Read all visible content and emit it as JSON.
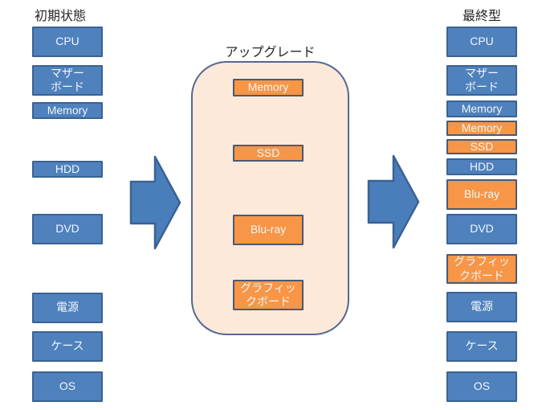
{
  "diagram": {
    "left_column": {
      "title": "初期状態",
      "items": [
        {
          "label": "CPU",
          "style": "blue"
        },
        {
          "label": "マザー\nボード",
          "style": "blue"
        },
        {
          "label": "Memory",
          "style": "blue"
        },
        {
          "label": "HDD",
          "style": "blue"
        },
        {
          "label": "DVD",
          "style": "blue"
        },
        {
          "label": "電源",
          "style": "blue"
        },
        {
          "label": "ケース",
          "style": "blue"
        },
        {
          "label": "OS",
          "style": "blue"
        }
      ]
    },
    "upgrade_panel": {
      "title": "アップグレード",
      "items": [
        {
          "label": "Memory",
          "style": "orange"
        },
        {
          "label": "SSD",
          "style": "orange"
        },
        {
          "label": "Blu-ray",
          "style": "orange"
        },
        {
          "label": "グラフィッ\nクボード",
          "style": "orange"
        }
      ]
    },
    "right_column": {
      "title": "最終型",
      "items": [
        {
          "label": "CPU",
          "style": "blue"
        },
        {
          "label": "マザー\nボード",
          "style": "blue"
        },
        {
          "label": "Memory",
          "style": "blue"
        },
        {
          "label": "Memory",
          "style": "orange"
        },
        {
          "label": "SSD",
          "style": "orange"
        },
        {
          "label": "HDD",
          "style": "blue"
        },
        {
          "label": "Blu-ray",
          "style": "orange"
        },
        {
          "label": "DVD",
          "style": "blue"
        },
        {
          "label": "グラフィッ\nクボード",
          "style": "orange"
        },
        {
          "label": "電源",
          "style": "blue"
        },
        {
          "label": "ケース",
          "style": "blue"
        },
        {
          "label": "OS",
          "style": "blue"
        }
      ]
    },
    "colors": {
      "box_blue_fill": "#4F81BD",
      "box_blue_border": "#3A6293",
      "box_orange_fill": "#F79646",
      "box_orange_border": "#4A5A74",
      "panel_fill": "#FCE9DA",
      "panel_border": "#54688E",
      "arrow_fill": "#4A7EBB",
      "arrow_border": "#3A6293",
      "box_text": "#F2F6FA",
      "title_text": "#262626"
    }
  }
}
